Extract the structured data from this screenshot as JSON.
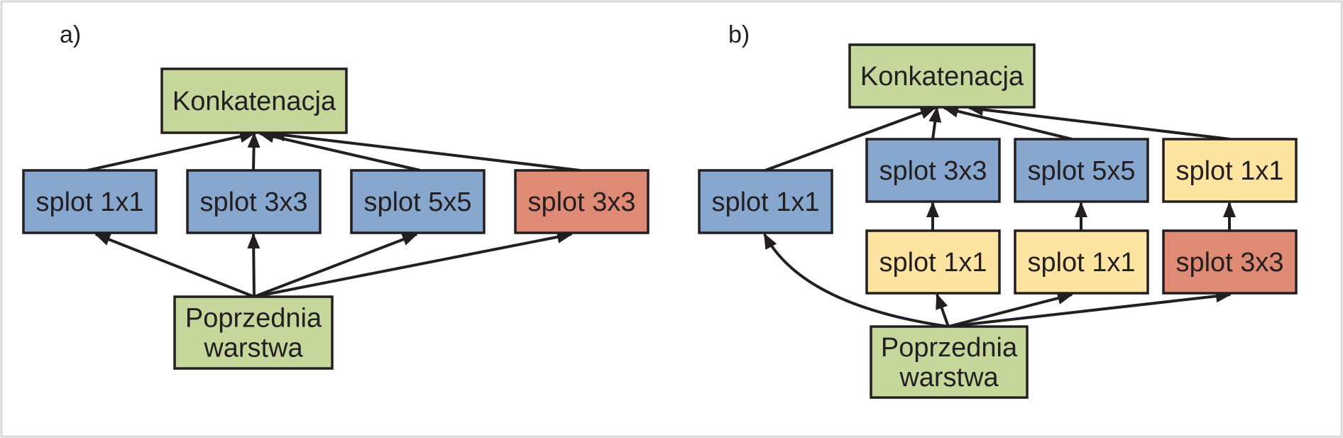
{
  "colors": {
    "green": "#c5d79b",
    "blue": "#87a7cf",
    "red": "#df8a75",
    "yellow": "#fde4a1",
    "edge": "#231f20"
  },
  "panels": [
    {
      "id": "a",
      "label": "a)",
      "nodes": [
        {
          "id": "concat",
          "label": "Konkatenacja",
          "color": "green"
        },
        {
          "id": "c1",
          "label": "splot 1x1",
          "color": "blue"
        },
        {
          "id": "c3",
          "label": "splot 3x3",
          "color": "blue"
        },
        {
          "id": "c5",
          "label": "splot 5x5",
          "color": "blue"
        },
        {
          "id": "cr",
          "label": "splot 3x3",
          "color": "red"
        },
        {
          "id": "prev",
          "label": [
            "Poprzednia",
            "warstwa"
          ],
          "color": "green"
        }
      ],
      "edges": [
        [
          "prev",
          "c1"
        ],
        [
          "prev",
          "c3"
        ],
        [
          "prev",
          "c5"
        ],
        [
          "prev",
          "cr"
        ],
        [
          "c1",
          "concat"
        ],
        [
          "c3",
          "concat"
        ],
        [
          "c5",
          "concat"
        ],
        [
          "cr",
          "concat"
        ]
      ]
    },
    {
      "id": "b",
      "label": "b)",
      "nodes": [
        {
          "id": "concat",
          "label": "Konkatenacja",
          "color": "green"
        },
        {
          "id": "c1",
          "label": "splot 1x1",
          "color": "blue"
        },
        {
          "id": "c3",
          "label": "splot 3x3",
          "color": "blue"
        },
        {
          "id": "c5",
          "label": "splot 5x5",
          "color": "blue"
        },
        {
          "id": "p1",
          "label": "splot 1x1",
          "color": "yellow"
        },
        {
          "id": "r1",
          "label": "splot 1x1",
          "color": "yellow"
        },
        {
          "id": "r2",
          "label": "splot 1x1",
          "color": "yellow"
        },
        {
          "id": "pool",
          "label": "splot 3x3",
          "color": "red"
        },
        {
          "id": "prev",
          "label": [
            "Poprzednia",
            "warstwa"
          ],
          "color": "green"
        }
      ],
      "edges": [
        [
          "prev",
          "c1"
        ],
        [
          "prev",
          "r1"
        ],
        [
          "prev",
          "r2"
        ],
        [
          "prev",
          "pool"
        ],
        [
          "r1",
          "c3"
        ],
        [
          "r2",
          "c5"
        ],
        [
          "pool",
          "p1"
        ],
        [
          "c1",
          "concat"
        ],
        [
          "c3",
          "concat"
        ],
        [
          "c5",
          "concat"
        ],
        [
          "p1",
          "concat"
        ]
      ]
    }
  ]
}
